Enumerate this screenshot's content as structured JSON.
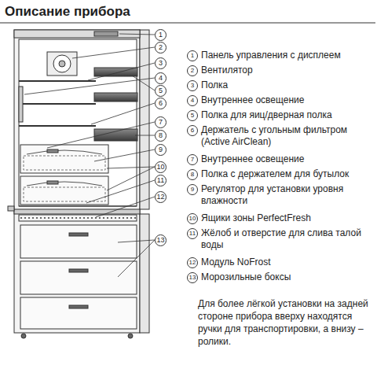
{
  "diagram": {
    "title": "Описание прибора",
    "nodes": [
      {
        "text": [
          "1"
        ]
      },
      {
        "text": [
          "2"
        ]
      },
      {
        "text": [
          "3"
        ]
      },
      {
        "text": [
          "4"
        ]
      },
      {
        "text": [
          "5"
        ]
      },
      {
        "text": [
          "6"
        ]
      },
      {
        "text": [
          "7"
        ]
      },
      {
        "text": [
          "8"
        ]
      },
      {
        "text": [
          "9"
        ]
      },
      {
        "text": [
          "10"
        ]
      },
      {
        "text": [
          "11"
        ]
      },
      {
        "text": [
          "12"
        ]
      },
      {
        "text": [
          "13"
        ]
      }
    ],
    "labels": [
      "1",
      "Панель управления с дисплеем",
      "2",
      "Вентилятор",
      "3",
      "Полка",
      "4",
      "Внутреннее освещение",
      "5",
      "Полка для яиц/дверная полка",
      "6",
      "Держатель с угольным фильтром (Active AirClean)",
      "7",
      "Внутреннее освещение",
      "8",
      "Полка с держателем для бутылок",
      "9",
      "Регулятор для установки уровня влажности",
      "10",
      "Ящики зоны PerfectFresh",
      "11",
      "Жёлоб и отверстие для слива талой воды",
      "12",
      "Модуль NoFrost",
      "13",
      "Морозильные боксы",
      "Для более лёгкой установки на задней стороне прибора вверху находятся ручки для транспортировки, а внизу – ролики."
    ]
  }
}
